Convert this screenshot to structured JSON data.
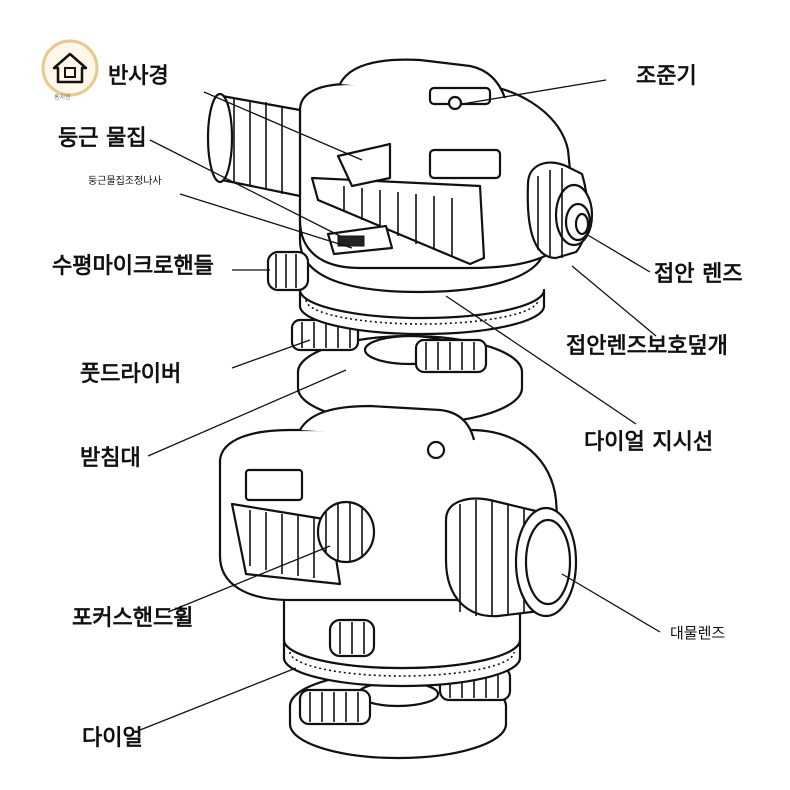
{
  "logo": {
    "caption": "홈지엔"
  },
  "labels": {
    "reflector": "반사경",
    "sight": "조준기",
    "circular_bubble": "둥근 물집",
    "bubble_screw": "둥근물집조정나사",
    "micro_handle": "수평마이크로핸들",
    "eyepiece": "접안 렌즈",
    "eyepiece_cover": "접안렌즈보호덮개",
    "foot_screw": "풋드라이버",
    "base": "받침대",
    "dial_indicator": "다이얼 지시선",
    "focus_wheel": "포커스핸드휠",
    "objective": "대물렌즈",
    "dial": "다이얼"
  },
  "colors": {
    "line": "#111111",
    "background": "#ffffff",
    "logo_ring": "#e8c98a"
  }
}
